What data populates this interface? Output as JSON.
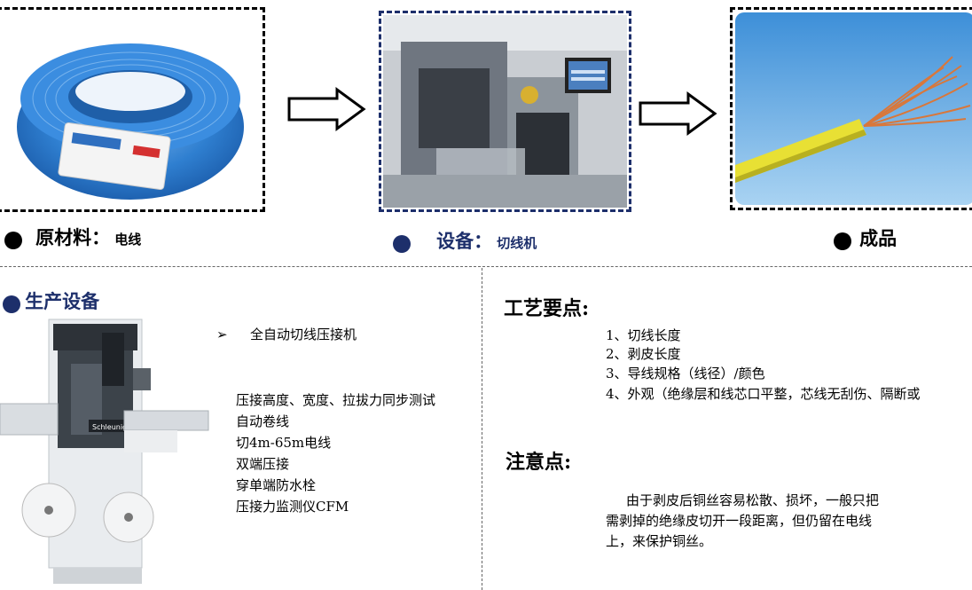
{
  "top": {
    "raw_material": {
      "title": "原材料：",
      "value": "电线"
    },
    "equipment": {
      "title": "设备：",
      "value": "切线机"
    },
    "product": {
      "title": "成品"
    }
  },
  "production": {
    "heading": "生产设备",
    "machine_name": "全自动切线压接机",
    "features": [
      "压接高度、宽度、拉拔力同步测试",
      "自动卷线",
      "切4m-65m电线",
      "双端压接",
      "穿单端防水栓",
      "压接力监测仪CFM"
    ],
    "machine_brand": "Schleuniger"
  },
  "process": {
    "heading": "工艺要点:",
    "items": [
      "1、切线长度",
      "2、剥皮长度",
      "3、导线规格（线径）/颜色",
      "4、外观（绝缘层和线芯口平整，芯线无刮伤、隔断或"
    ]
  },
  "notes": {
    "heading": "注意点:",
    "lines": [
      "由于剥皮后铜丝容易松散、损坏，一般只把",
      "需剥掉的绝缘皮切开一段距离，但仍留在电线",
      "上，来保护铜丝。"
    ]
  },
  "colors": {
    "navy": "#1d2f6b",
    "wire_blue": "#2f7fd0",
    "wire_yellow": "#e8e034",
    "copper": "#d9773a"
  }
}
